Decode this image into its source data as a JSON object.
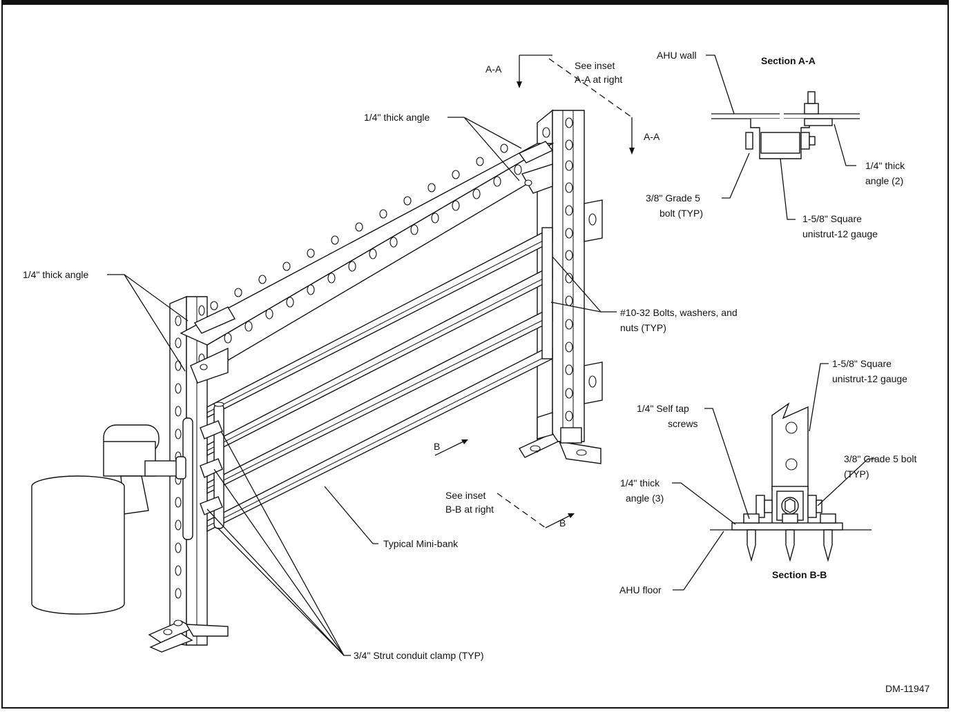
{
  "drawing_id": "DM-11947",
  "sections": {
    "a_a_title": "Section A-A",
    "b_b_title": "Section B-B"
  },
  "cut_marks": {
    "aa_left": "A-A",
    "aa_right": "A-A",
    "bb_left": "B",
    "bb_right": "B"
  },
  "callouts": {
    "see_inset_aa_1": "See inset",
    "see_inset_aa_2": "A-A at right",
    "see_inset_bb_1": "See inset",
    "see_inset_bb_2": "B-B at right",
    "angle_top": "1/4\" thick angle",
    "angle_left": "1/4\" thick angle",
    "bolts_1": "#10-32 Bolts, washers, and",
    "bolts_2": "nuts (TYP)",
    "mini_bank": "Typical Mini-bank",
    "conduit_clamp": "3/4\" Strut conduit clamp (TYP)",
    "aa_wall": "AHU wall",
    "aa_angle_1": "1/4\" thick",
    "aa_angle_2": "angle (2)",
    "aa_bolt_1": "3/8\" Grade 5",
    "aa_bolt_2": "bolt (TYP)",
    "aa_unistrut_1": "1-5/8\" Square",
    "aa_unistrut_2": "unistrut-12 gauge",
    "bb_unistrut_1": "1-5/8\" Square",
    "bb_unistrut_2": "unistrut-12 gauge",
    "bb_screws_1": "1/4\" Self tap",
    "bb_screws_2": "screws",
    "bb_bolt_1": "3/8\" Grade 5 bolt",
    "bb_bolt_2": "(TYP)",
    "bb_angle_1": "1/4\" thick",
    "bb_angle_2": "angle (3)",
    "bb_floor": "AHU floor"
  }
}
